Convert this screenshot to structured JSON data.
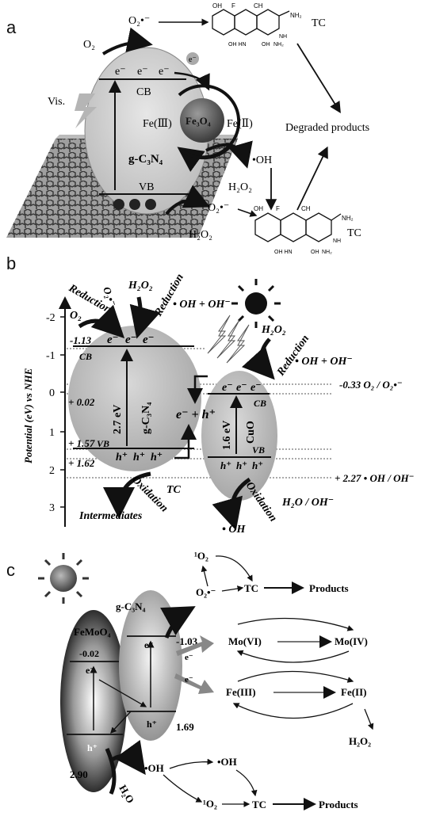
{
  "panel_a": {
    "letter": "a",
    "o2": "O₂",
    "superoxide": "O₂•⁻",
    "tc": "TC",
    "tc_bottom": "TC",
    "electron": "e⁻",
    "cb_electrons": [
      "e⁻",
      "e⁻",
      "e⁻"
    ],
    "cb": "CB",
    "vb": "VB",
    "material": "g-C₃N₄",
    "light": "Vis.",
    "fe3": "Fe(Ⅲ)",
    "fe3o4": "Fe₃O₄",
    "fe2": "Fe(Ⅱ)",
    "oh_radical": "•OH",
    "h2o2_mid": "H₂O₂",
    "h2o2_bottom": "H₂O₂",
    "superoxide_bottom": "O₂•⁻",
    "degraded": "Degraded products",
    "struct_top": [
      "OH",
      "F",
      "CH",
      "NH₂",
      "OH HN",
      "NH",
      "OH",
      "NH₂"
    ],
    "struct_bottom": [
      "OH",
      "F",
      "CH",
      "NH₂",
      "OH HN",
      "NH",
      "OH",
      "NH₂"
    ]
  },
  "panel_b": {
    "letter": "b",
    "y_axis_label": "Potential (eV) vs NHE",
    "y_ticks": [
      "-2",
      "-1",
      "0",
      "1",
      "2",
      "3"
    ],
    "reduction_left": "Reduction",
    "o2_left": "O₂",
    "o2_rad_left": "O₂•⁻",
    "h2o2_top": "H₂O₂",
    "reduction_mid": "Reduction",
    "oh_products_top": "• OH + OH⁻",
    "cb_level": "-1.13",
    "cb_electrons": [
      "e⁻",
      "e⁻",
      "e⁻"
    ],
    "cb": "CB",
    "val_002": "+ 0.02",
    "gap": "2.7 eV",
    "material": "g-C₃N₄",
    "vb_level": "+ 1.57",
    "vb": "VB",
    "val_162": "+ 1.62",
    "holes": [
      "h⁺",
      "h⁺",
      "h⁺"
    ],
    "eh": "e⁻ + h⁺",
    "cuo_gap": "1.6 eV",
    "cuo": "CuO",
    "cuo_cb": "CB",
    "cuo_vb": "VB",
    "cuo_electrons": [
      "e⁻",
      "e⁻",
      "e⁻"
    ],
    "cuo_holes": [
      "h⁺",
      "h⁺",
      "h⁺"
    ],
    "h2o2_right": "H₂O₂",
    "reduction_right": "Reduction",
    "oh_products_right": "• OH + OH⁻",
    "redox_o2": "-0.33 O₂ / O₂•⁻",
    "redox_oh": "+ 2.27 • OH / OH⁻",
    "oxidation_left": "Oxidation",
    "tc": "TC",
    "intermediates": "Intermediates",
    "oxidation_right": "Oxidation",
    "h2o_pair": "H₂O / OH⁻",
    "oh_bottom": "• OH"
  },
  "panel_c": {
    "letter": "c",
    "gcn": "g-C₃N₄",
    "femoo4": "FeMoO₄",
    "singlet_top": "¹O₂",
    "o2": "O₂",
    "superoxide": "O₂•⁻",
    "tc_top": "TC",
    "products_top": "Products",
    "fe_cb": "-0.02",
    "g_cb": "-1.03",
    "e_fe": "e⁻",
    "e_g": "e⁻",
    "e_arrow1": "e⁻",
    "e_arrow2": "e⁻",
    "mo6": "Mo(VI)",
    "mo4": "Mo(IV)",
    "fe3": "Fe(III)",
    "fe2": "Fe(II)",
    "h_g": "h⁺",
    "g_vb": "1.69",
    "h_fe": "h⁺",
    "fe_vb": "2.90",
    "h2o2": "H₂O₂",
    "h2o": "H₂O",
    "oh_left": "•OH",
    "oh_right": "•OH",
    "singlet_bottom": "¹O₂",
    "tc_bottom": "TC",
    "products_bottom": "Products"
  }
}
